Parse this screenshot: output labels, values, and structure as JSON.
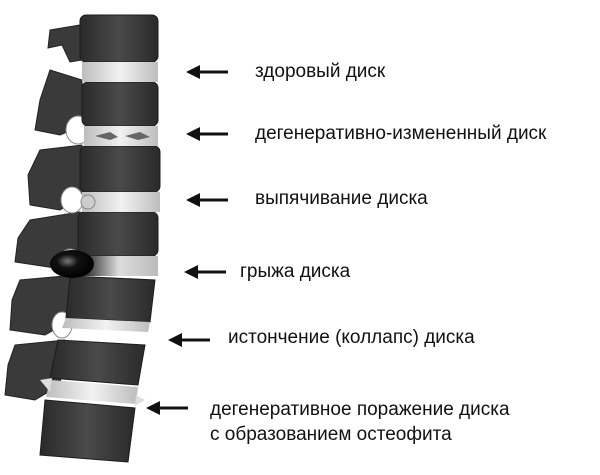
{
  "labels": {
    "healthy": "здоровый диск",
    "degenerated": "дегенеративно-измененный диск",
    "bulging": "выпячивание диска",
    "herniation": "грыжа диска",
    "collapse": "истончение (коллапс) диска",
    "osteophyte_line1": "дегенеративное поражение диска",
    "osteophyte_line2": "с образованием остеофита"
  },
  "colors": {
    "bone": "#3b3b3b",
    "disc": "#e4e4e4",
    "hernia": "#050505",
    "text": "#111111"
  }
}
